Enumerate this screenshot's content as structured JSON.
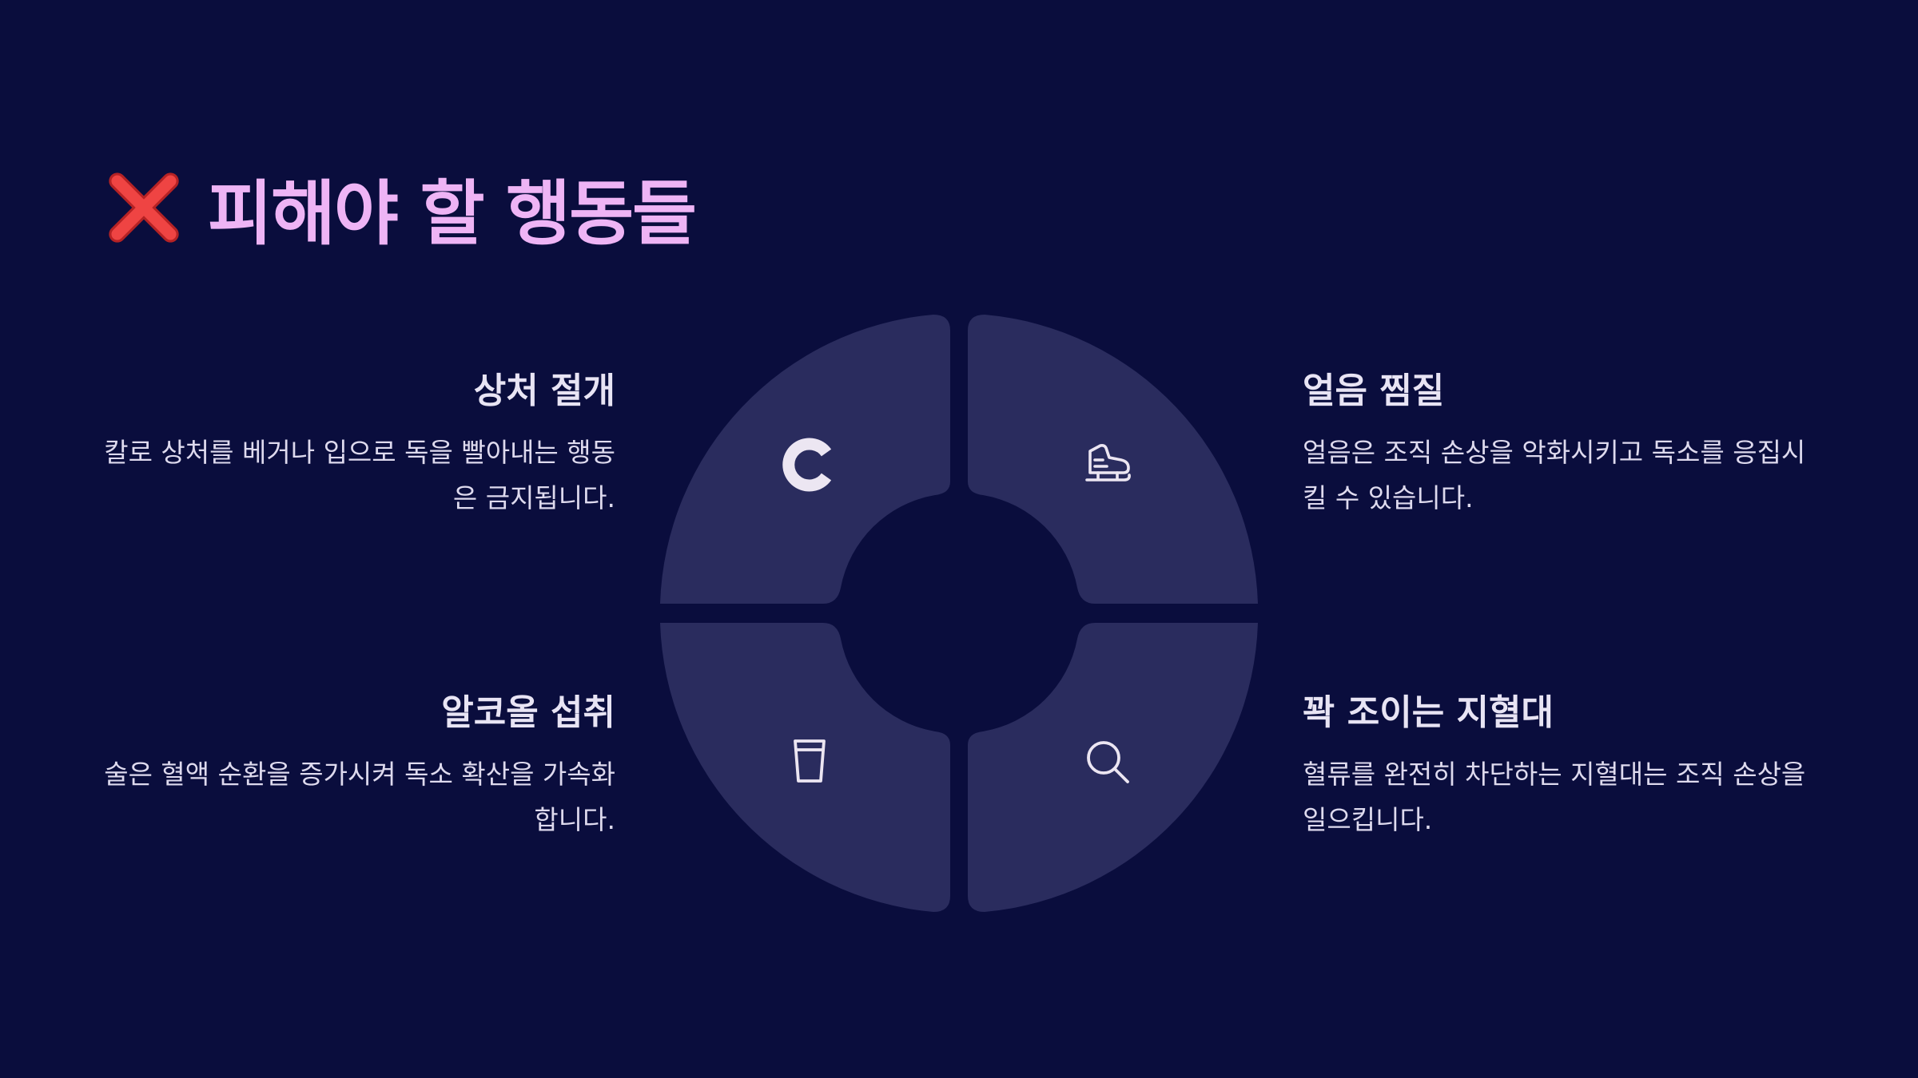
{
  "title": {
    "icon": "cross-mark-icon",
    "text": "피해야 할 행동들"
  },
  "items": [
    {
      "title": "상처 절개",
      "description": "칼로 상처를 베거나 입으로 독을 빨아내는 행동은 금지됩니다.",
      "icon": "half-circle-c-icon"
    },
    {
      "title": "얼음 찜질",
      "description": "얼음은 조직 손상을 악화시키고 독소를 응집시킬 수 있습니다.",
      "icon": "ice-skate-icon"
    },
    {
      "title": "알코올 섭취",
      "description": "술은 혈액 순환을 증가시켜 독소 확산을 가속화합니다.",
      "icon": "cup-icon"
    },
    {
      "title": "꽉 조이는 지혈대",
      "description": "혈류를 완전히 차단하는 지혈대는 조직 손상을 일으킵니다.",
      "icon": "search-icon"
    }
  ],
  "colors": {
    "background": "#0a0d3d",
    "segment": "#2a2c5e",
    "title": "#eeb4f5",
    "accent_red": "#e8383a",
    "icon": "#ece6f2"
  }
}
